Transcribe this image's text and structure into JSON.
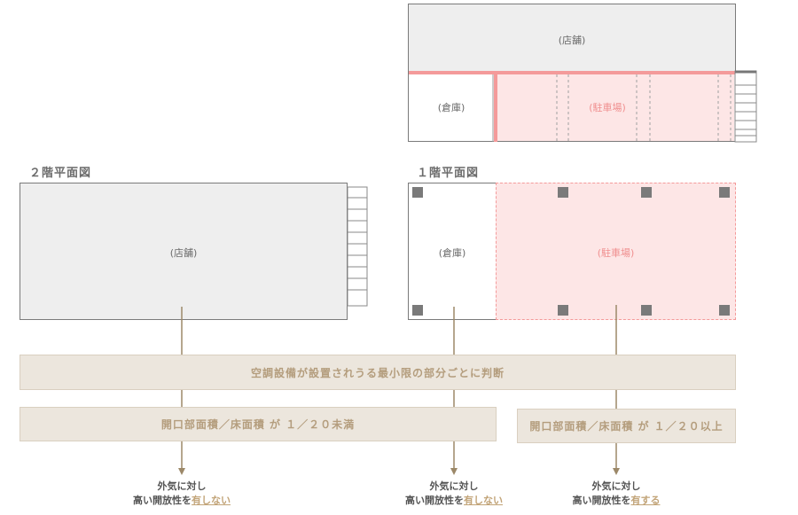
{
  "top_plan": {
    "store_label": "(店舗)",
    "warehouse_label": "(倉庫)",
    "parking_label": "(駐車場)"
  },
  "floor2": {
    "title": "２階平面図",
    "store_label": "(店舗)"
  },
  "floor1": {
    "title": "１階平面図",
    "warehouse_label": "(倉庫)",
    "parking_label": "(駐車場)"
  },
  "judgement_bar": "空調設備が設置されうる最小限の部分ごとに判断",
  "ratio_under": "開口部面積／床面積 が １／２０未満",
  "ratio_over": "開口部面積／床面積 が １／２０以上",
  "results": [
    {
      "line1": "外気に対し",
      "line2_prefix": "高い開放性を",
      "line2_highlight": "有しない"
    },
    {
      "line1": "外気に対し",
      "line2_prefix": "高い開放性を",
      "line2_highlight": "有しない"
    },
    {
      "line1": "外気に対し",
      "line2_prefix": "高い開放性を",
      "line2_highlight": "有する"
    }
  ],
  "colors": {
    "gray_fill": "#eeeeee",
    "pink_fill": "#fde6e6",
    "pink_stroke": "#f49a9a",
    "beige_bar": "#ece6dd",
    "beige_text": "#b49d7d",
    "accent": "#c2a478"
  }
}
